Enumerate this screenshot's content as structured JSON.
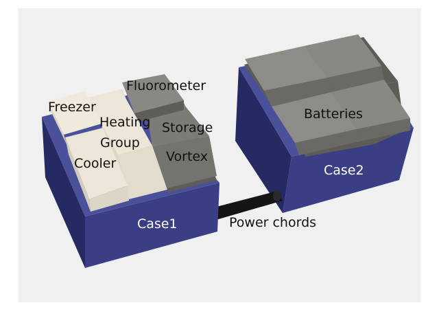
{
  "labels": {
    "freezer": "Freezer",
    "heating_line1": "Heating",
    "heating_line2": "Group",
    "cooler": "Cooler",
    "fluorometer": "Fluorometer",
    "storage": "Storage",
    "vortex": "Vortex",
    "batteries": "Batteries",
    "case1": "Case1",
    "case2": "Case2",
    "power_chords": "Power chords"
  },
  "colors": {
    "background_panel": "#f0f0f0",
    "case_front": "#2f3474",
    "case_side": "#3a3f85",
    "case_top": "#4b509a",
    "module_light": "#ece7da",
    "module_gray": "#7c7a74",
    "battery": "#8d8b84",
    "cable": "#151515"
  }
}
